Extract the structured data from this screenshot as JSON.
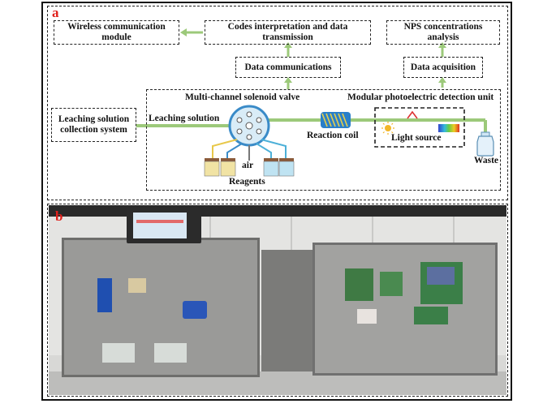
{
  "panels": {
    "a_letter": "a",
    "b_letter": "b"
  },
  "boxes": {
    "wireless": "Wireless communication module",
    "codes": "Codes interpretation and data transmission",
    "nps": "NPS concentrations analysis",
    "data_comm": "Data communications",
    "data_acq": "Data acquisition",
    "leaching_collection": "Leaching solution collection system"
  },
  "labels": {
    "valve": "Multi-channel solenoid valve",
    "modular": "Modular photoelectric detection unit",
    "leaching_solution": "Leaching solution",
    "reaction_coil": "Reaction coil",
    "light_source": "Light source",
    "waste": "Waste",
    "air": "air",
    "reagents": "Reagents"
  },
  "colors": {
    "flow_line": "#9cc97a",
    "panel_letter": "#e0201b",
    "coil_blue": "#2a7fc9",
    "valve_blue": "#3a8bc8"
  },
  "icons": [
    "arrow-icon",
    "valve-icon",
    "coil-icon",
    "sun-icon",
    "spectrum-icon",
    "waste-bottle-icon",
    "reagent-bottle-icon"
  ]
}
